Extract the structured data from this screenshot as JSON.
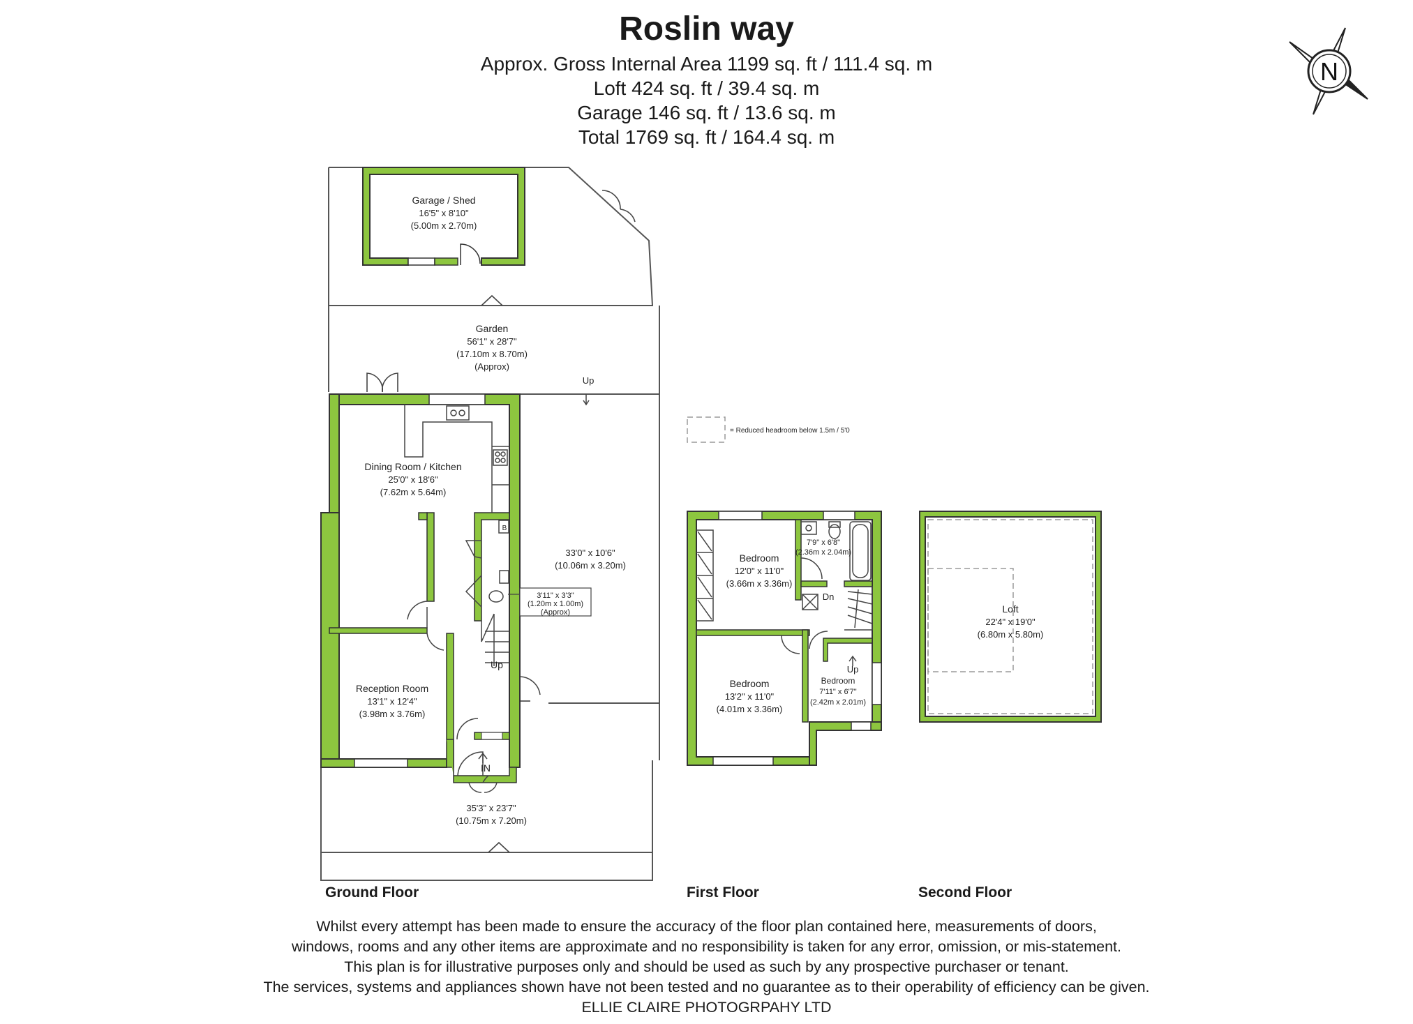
{
  "header": {
    "title": "Roslin way",
    "areas": [
      "Approx. Gross Internal Area 1199 sq. ft / 111.4 sq. m",
      "Loft  424 sq. ft / 39.4 sq. m",
      "Garage  146 sq. ft / 13.6 sq. m",
      "Total  1769 sq. ft / 164.4 sq. m"
    ]
  },
  "compass": {
    "label": "N"
  },
  "legend": {
    "text": "= Reduced headroom below 1.5m / 5'0"
  },
  "rooms": {
    "garage": {
      "name": "Garage / Shed",
      "imperial": "16'5\" x 8'10\"",
      "metric": "(5.00m x 2.70m)"
    },
    "garden": {
      "name": "Garden",
      "imperial": "56'1\" x 28'7\"",
      "metric": "(17.10m x 8.70m)",
      "note": "(Approx)"
    },
    "kitchen": {
      "name": "Dining Room / Kitchen",
      "imperial": "25'0\" x 18'6\"",
      "metric": "(7.62m x 5.64m)"
    },
    "side": {
      "imperial": "33'0\" x 10'6\"",
      "metric": "(10.06m x 3.20m)"
    },
    "wc": {
      "imperial": "3'11\" x 3'3\"",
      "metric": "(1.20m x 1.00m)",
      "note": "(Approx)"
    },
    "reception": {
      "name": "Reception Room",
      "imperial": "13'1\" x 12'4\"",
      "metric": "(3.98m x 3.76m)"
    },
    "front": {
      "imperial": "35'3\" x 23'7\"",
      "metric": "(10.75m x 7.20m)"
    },
    "bed1": {
      "name": "Bedroom",
      "imperial": "12'0\" x 11'0\"",
      "metric": "(3.66m x 3.36m)"
    },
    "bath": {
      "imperial": "7'9\" x 6'8\"",
      "metric": "(2.36m x 2.04m)"
    },
    "bed2": {
      "name": "Bedroom",
      "imperial": "13'2\" x 11'0\"",
      "metric": "(4.01m x 3.36m)"
    },
    "bed3": {
      "name": "Bedroom",
      "imperial": "7'11\" x 6'7\"",
      "metric": "(2.42m x 2.01m)"
    },
    "loft": {
      "name": "Loft",
      "imperial": "22'4\" x 19'0\"",
      "metric": "(6.80m x 5.80m)"
    }
  },
  "markers": {
    "up": "Up",
    "dn": "Dn",
    "in": "IN",
    "boiler": "B"
  },
  "floors": {
    "ground": "Ground Floor",
    "first": "First Floor",
    "second": "Second Floor"
  },
  "disclaimer": [
    "Whilst every attempt has been made to ensure the accuracy of the floor plan contained here, measurements of doors,",
    "windows, rooms and any other items are approximate and no responsibility is taken for any error, omission, or mis-statement.",
    "This plan is for illustrative purposes only and should be used as such by any prospective purchaser or tenant.",
    "The services, systems and appliances shown have not been tested and no guarantee as to their operability of efficiency can be given.",
    "ELLIE CLAIRE PHOTOGRPAHY LTD"
  ],
  "colors": {
    "wall": "#8dc63f",
    "outline": "#333333",
    "line": "#555555",
    "dashed": "#9a9a9a"
  }
}
